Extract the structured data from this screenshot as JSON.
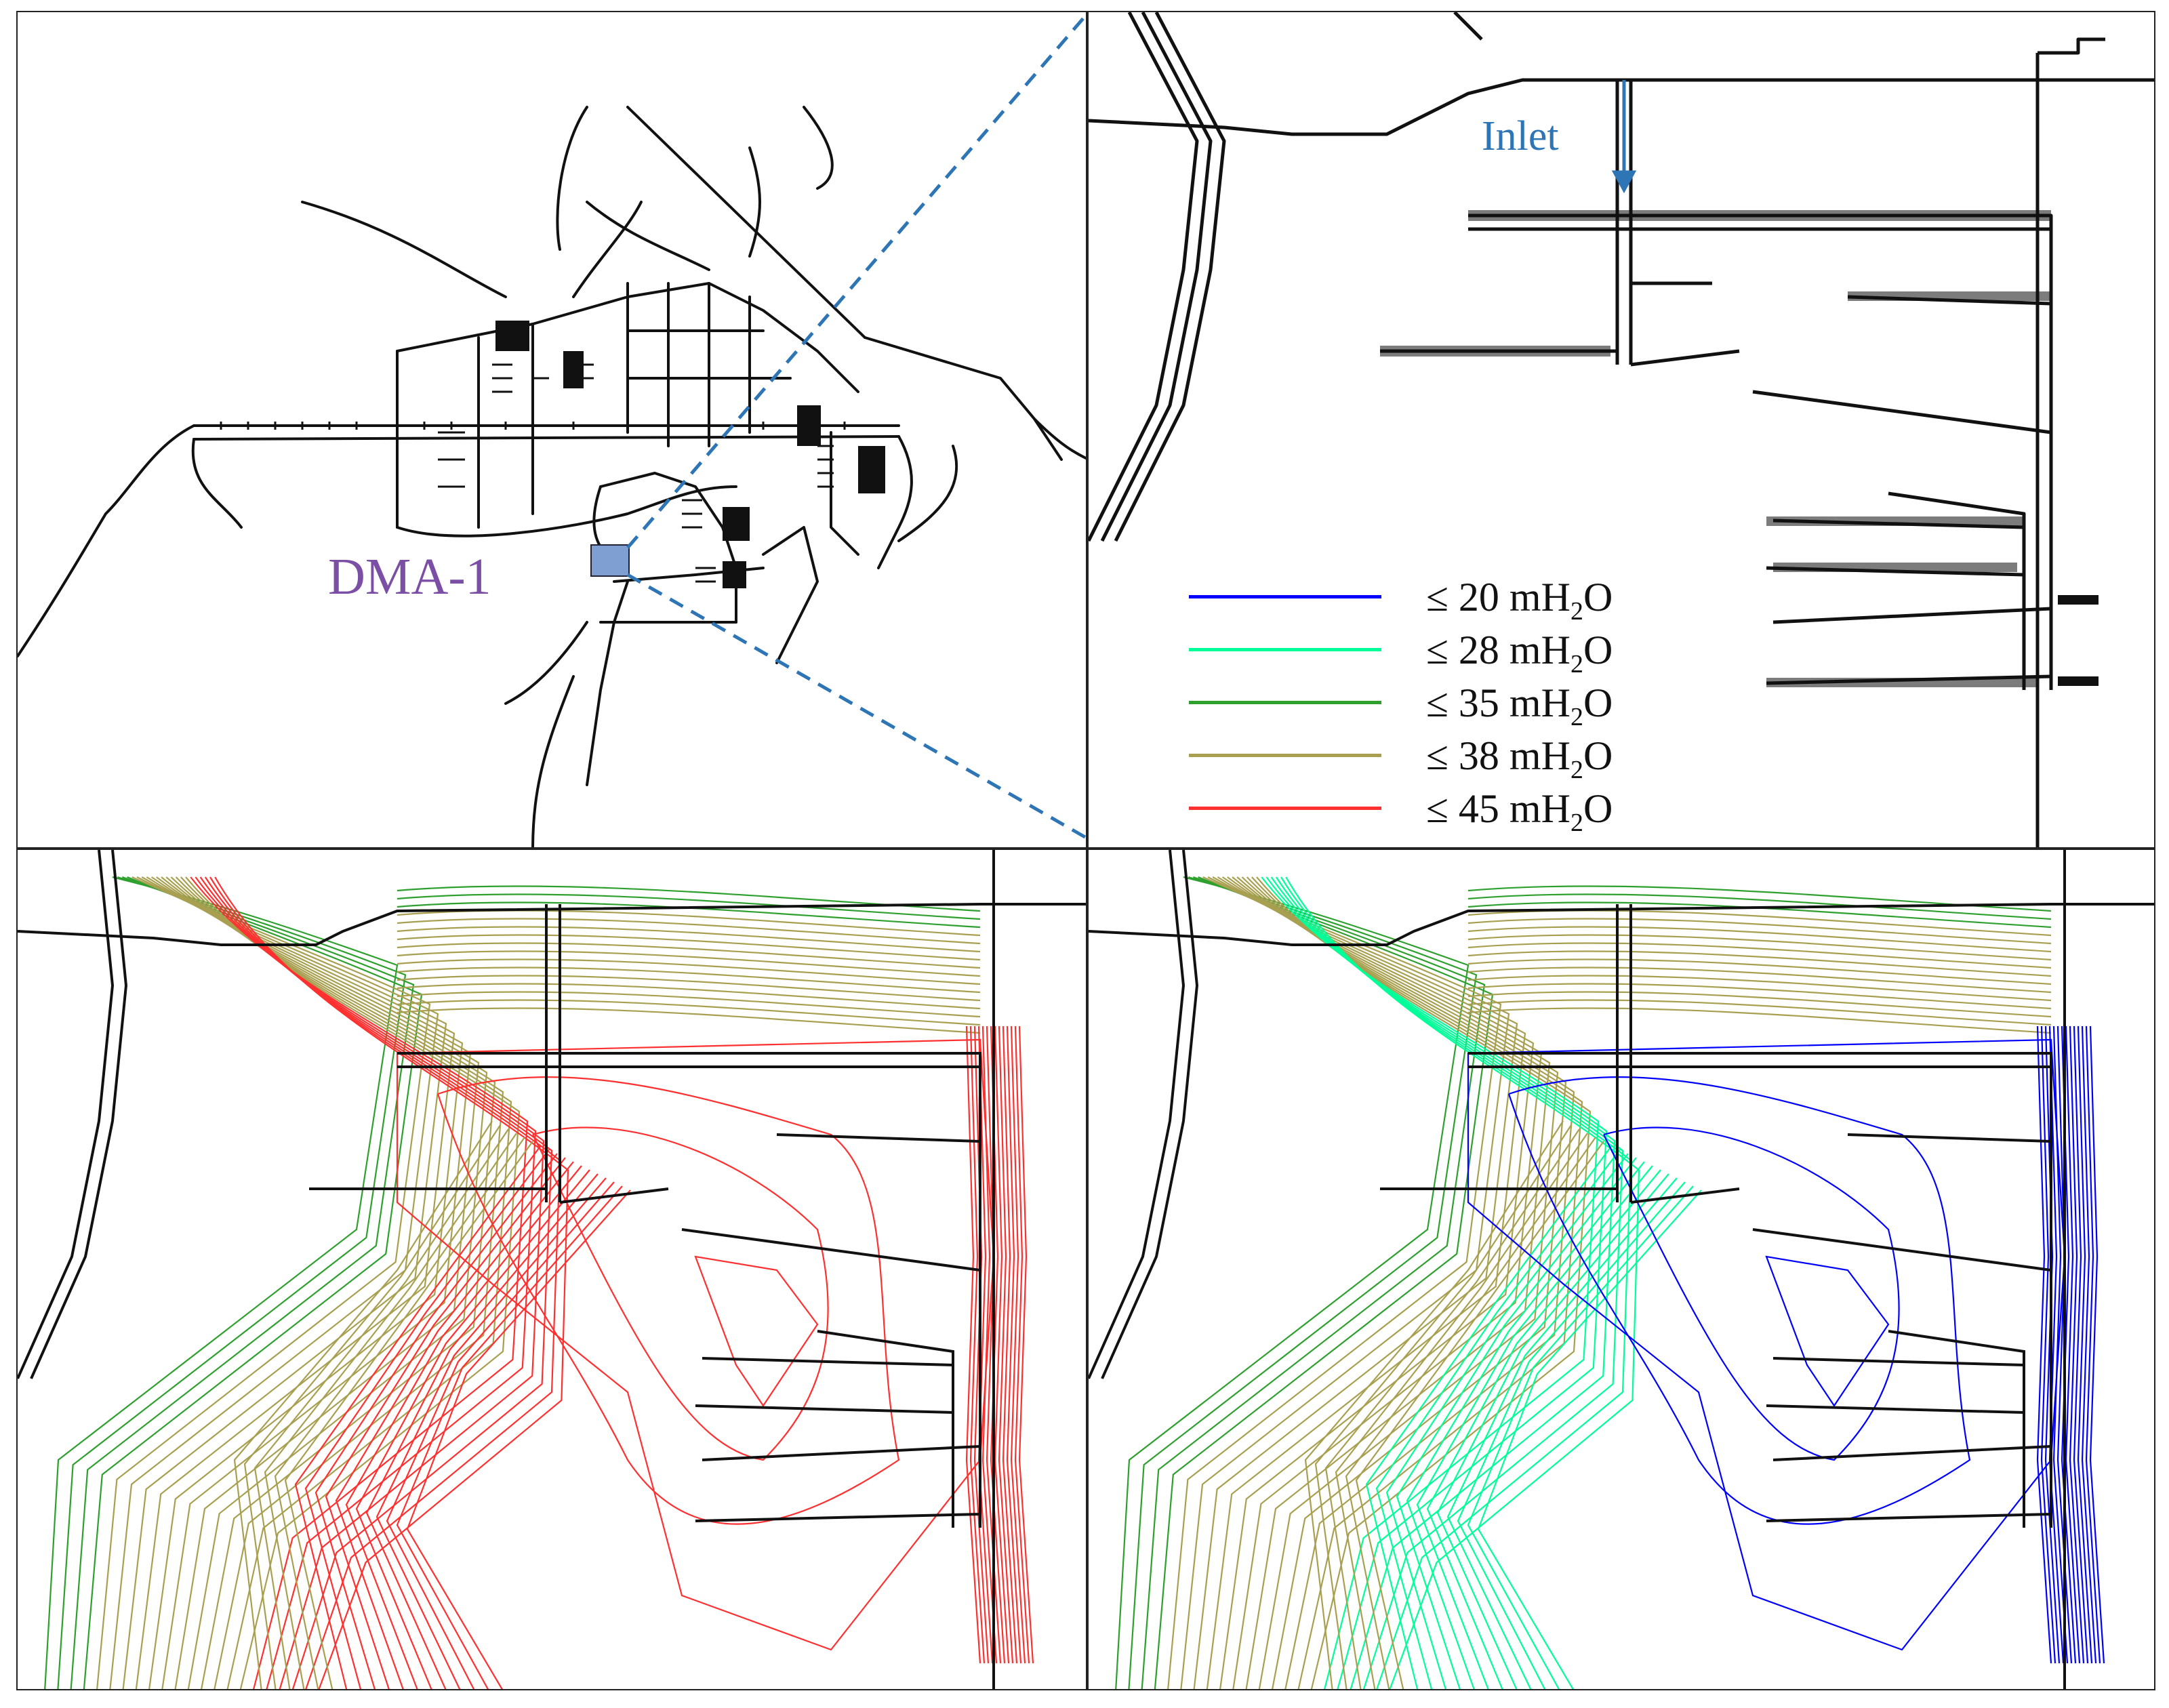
{
  "overview_panel": {
    "dma_label": "DMA-1",
    "colors": {
      "network": "#111111",
      "dma_fill": "#7f9fd2",
      "zoom_guide": "#2e75b6",
      "label": "#7b4fa6"
    }
  },
  "zoom_panel": {
    "inlet_label": "Inlet",
    "legend": [
      {
        "prefix": "≤ 20 mH",
        "sub": "2",
        "suffix": "O",
        "color": "#0000ff"
      },
      {
        "prefix": "≤ 28 mH",
        "sub": "2",
        "suffix": "O",
        "color": "#00ff99"
      },
      {
        "prefix": "≤ 35 mH",
        "sub": "2",
        "suffix": "O",
        "color": "#2ea02e"
      },
      {
        "prefix": "≤ 38 mH",
        "sub": "2",
        "suffix": "O",
        "color": "#a8a050"
      },
      {
        "prefix": "≤ 45 mH",
        "sub": "2",
        "suffix": "O",
        "color": "#ff3030"
      }
    ]
  },
  "contour_panels": [
    {
      "name": "before",
      "interior_level": "≤ 45 mH2O",
      "interior_color": "#ff3030",
      "outer_colors": [
        "#2ea02e",
        "#a8a050",
        "#ff3030"
      ]
    },
    {
      "name": "after",
      "interior_level": "≤ 20 mH2O",
      "interior_color": "#0000ff",
      "outer_colors": [
        "#2ea02e",
        "#a8a050",
        "#00ff99",
        "#0000ff"
      ]
    }
  ]
}
